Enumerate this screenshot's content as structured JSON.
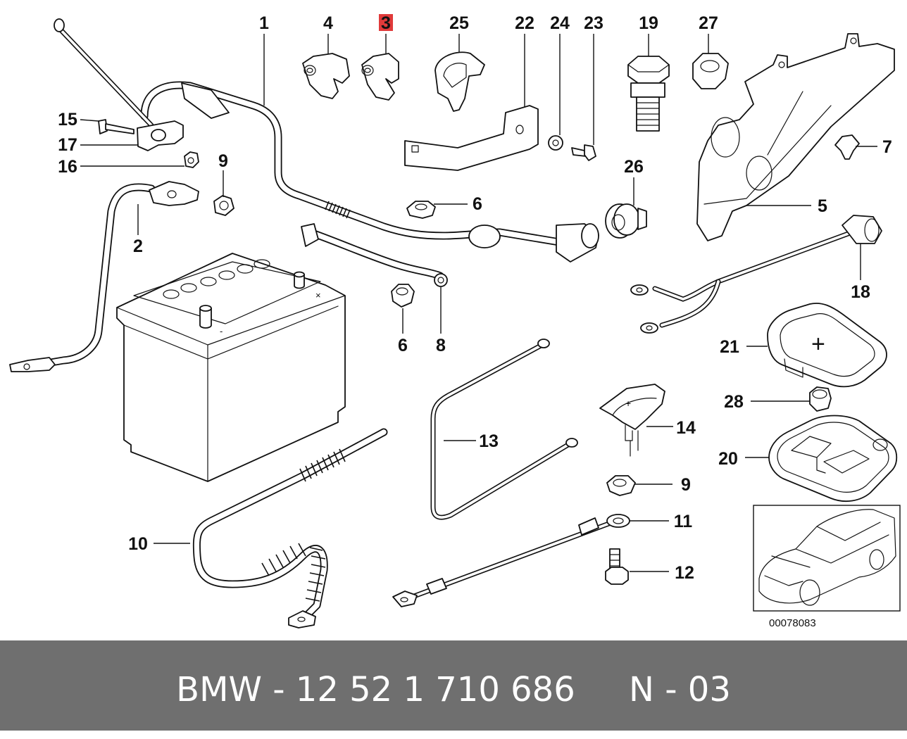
{
  "callouts": [
    {
      "id": "c1",
      "text": "1"
    },
    {
      "id": "c4",
      "text": "4"
    },
    {
      "id": "c3",
      "text": "3"
    },
    {
      "id": "c25",
      "text": "25"
    },
    {
      "id": "c22",
      "text": "22"
    },
    {
      "id": "c24",
      "text": "24"
    },
    {
      "id": "c23",
      "text": "23"
    },
    {
      "id": "c19",
      "text": "19"
    },
    {
      "id": "c27",
      "text": "27"
    },
    {
      "id": "c15",
      "text": "15"
    },
    {
      "id": "c17",
      "text": "17"
    },
    {
      "id": "c16",
      "text": "16"
    },
    {
      "id": "c9a",
      "text": "9"
    },
    {
      "id": "c7",
      "text": "7"
    },
    {
      "id": "c26",
      "text": "26"
    },
    {
      "id": "c6a",
      "text": "6"
    },
    {
      "id": "c5",
      "text": "5"
    },
    {
      "id": "c2",
      "text": "2"
    },
    {
      "id": "c18",
      "text": "18"
    },
    {
      "id": "c6b",
      "text": "6"
    },
    {
      "id": "c8",
      "text": "8"
    },
    {
      "id": "c21",
      "text": "21"
    },
    {
      "id": "c28",
      "text": "28"
    },
    {
      "id": "c14",
      "text": "14"
    },
    {
      "id": "c13",
      "text": "13"
    },
    {
      "id": "c20",
      "text": "20"
    },
    {
      "id": "c9b",
      "text": "9"
    },
    {
      "id": "c11",
      "text": "11"
    },
    {
      "id": "c10",
      "text": "10"
    },
    {
      "id": "c12",
      "text": "12"
    }
  ],
  "highlighted_callout": "3",
  "highlight_color": "#e03a3a",
  "diagram_code": "00078083",
  "footer": {
    "text": "BMW - 12 52 1 710 686     N - 03"
  },
  "colors": {
    "footer_bg": "#6f6f6f",
    "footer_text": "#ffffff",
    "line": "#111111"
  }
}
